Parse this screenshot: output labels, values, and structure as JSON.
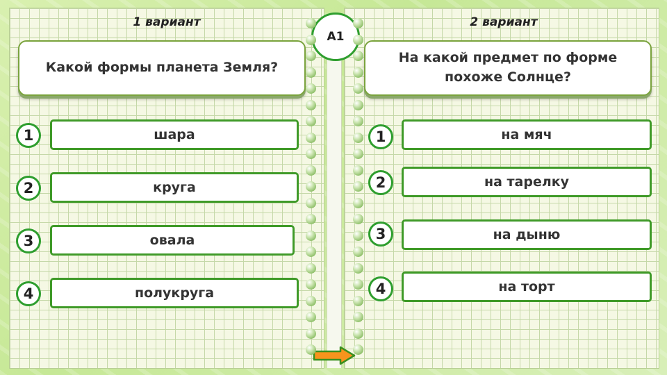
{
  "badge": "А1",
  "left": {
    "title": "1 вариант",
    "question": "Какой формы планета Земля?",
    "answers": [
      {
        "num": "1",
        "text": "шара"
      },
      {
        "num": "2",
        "text": "круга"
      },
      {
        "num": "3",
        "text": "овала"
      },
      {
        "num": "4",
        "text": "полукруга"
      }
    ]
  },
  "right": {
    "title": "2 вариант",
    "question_line1": "На какой предмет по форме",
    "question_line2": "похоже Солнце?",
    "answers": [
      {
        "num": "1",
        "text": "на мяч"
      },
      {
        "num": "2",
        "text": "на тарелку"
      },
      {
        "num": "3",
        "text": "на дыню"
      },
      {
        "num": "4",
        "text": "на торт"
      }
    ]
  },
  "colors": {
    "accent_green": "#2e9e2e",
    "arrow_orange": "#f7941d"
  },
  "icons": {
    "next": "right-arrow-icon"
  }
}
